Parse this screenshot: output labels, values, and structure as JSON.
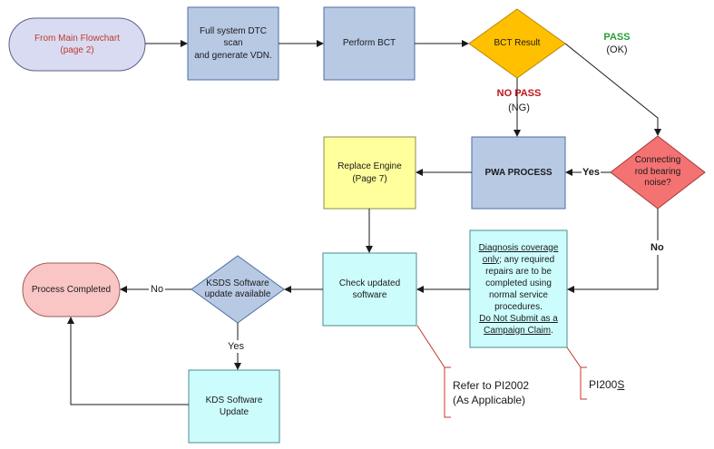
{
  "nodes": {
    "start": "From Main Flowchart\n(page 2)",
    "dtc_scan": "Full system DTC scan\nand generate VDN.",
    "perform_bct": "Perform BCT",
    "bct_result": "BCT Result",
    "pwa_process": "PWA PROCESS",
    "replace_engine": "Replace Engine\n(Page 7)",
    "rod_bearing": "Connecting\nrod bearing\nnoise?",
    "check_software": "Check updated\nsoftware",
    "ksds_update": "KSDS Software\nupdate available",
    "process_completed": "Process Completed",
    "kds_update": "KDS Software\nUpdate",
    "diagnosis": {
      "line1_underline": "Diagnosis coverage",
      "line2_underline": "only",
      "line2_rest": "; any required",
      "body": "repairs are to be\ncompleted using\nnormal service\nprocedures.",
      "line_underline_a": "Do Not Submit as a",
      "line_underline_b": "Campaign Claim",
      "line_end": "."
    }
  },
  "edges": {
    "pass": "PASS",
    "pass_sub": "(OK)",
    "no_pass": "NO PASS",
    "no_pass_sub": "(NG)",
    "yes_rod": "Yes",
    "no_rod": "No",
    "no_ksds": "No",
    "yes_ksds": "Yes"
  },
  "notes": {
    "pi2002": "Refer to PI2002\n(As Applicable)",
    "pi200s_prefix": "PI200",
    "pi200s_suffix": "S"
  }
}
